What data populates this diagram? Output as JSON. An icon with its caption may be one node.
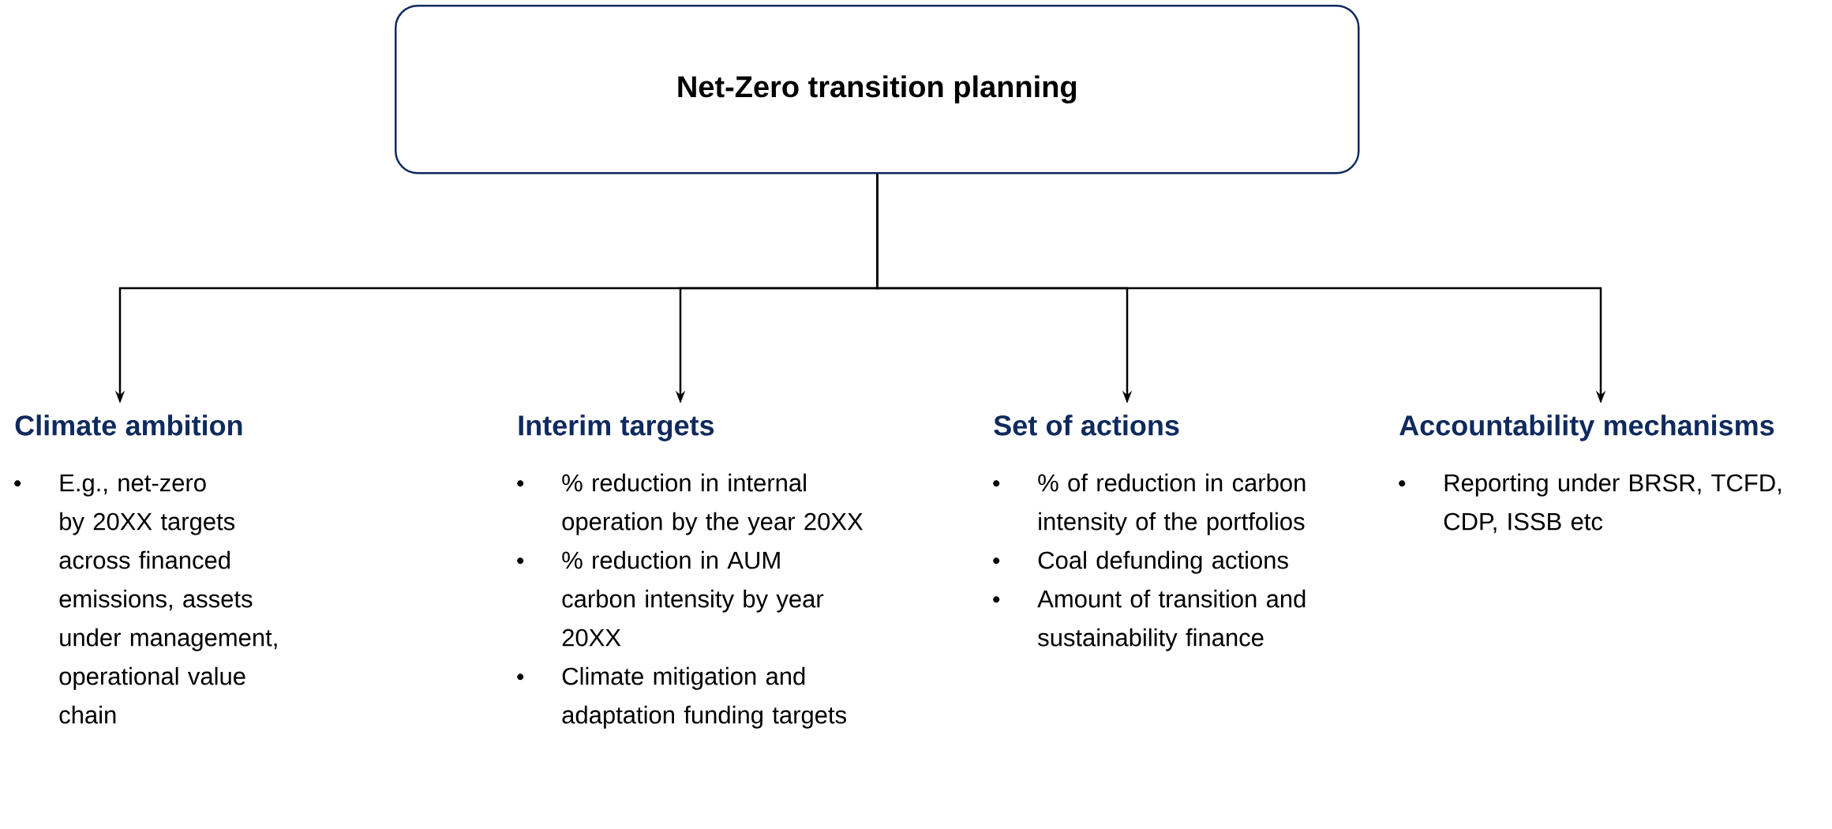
{
  "diagram": {
    "nodes": [
      {
        "text": [
          "Net-Zero transition planning"
        ]
      },
      {
        "text": [
          "Climate ambition",
          "E.g., net-zero by 20XX targets across financed emissions, assets under management, operational value chain"
        ]
      },
      {
        "text": [
          "Interim targets",
          "% reduction in internal operation by the year 20XX",
          "% reduction in AUM carbon intensity by year 20XX",
          "Climate mitigation and adaptation funding targets"
        ]
      },
      {
        "text": [
          "Set of actions",
          "% of reduction in carbon intensity of the portfolios",
          "Coal defunding actions",
          "Amount of transition and sustainability finance"
        ]
      },
      {
        "text": [
          "Accountability mechanisms",
          "Reporting under BRSR, TCFD, CDP, ISSB etc"
        ]
      }
    ],
    "edges": [
      {
        "from": 0,
        "to": 1,
        "arrow": "to"
      },
      {
        "from": 0,
        "to": 2,
        "arrow": "to"
      },
      {
        "from": 0,
        "to": 3,
        "arrow": "to"
      },
      {
        "from": 0,
        "to": 4,
        "arrow": "to"
      }
    ]
  }
}
